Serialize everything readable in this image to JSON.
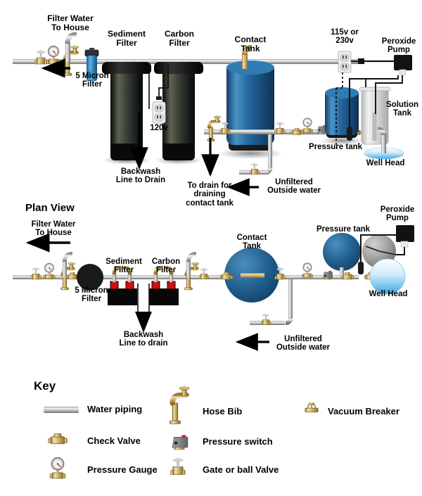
{
  "diagram": {
    "title_plan_view": "Plan View",
    "top_view": {
      "filter_water_to_house": "Filter Water\nTo House",
      "five_micron_filter": "5 Micron\nFilter",
      "sediment_filter": "Sediment\nFilter",
      "carbon_filter": "Carbon\nFilter",
      "contact_tank": "Contact\nTank",
      "voltage_outlet": "115v or\n230v",
      "peroxide_pump": "Peroxide\nPump",
      "solution_tank": "Solution\nTank",
      "pressure_tank": "Pressure tank",
      "well_head": "Well Head",
      "outlet_120v": "120v",
      "backwash_line": "Backwash\nLine to Drain",
      "to_drain": "To drain for\ndraining\ncontact tank",
      "unfiltered_outside_water": "Unfiltered\nOutside water"
    },
    "plan_view": {
      "filter_water_to_house": "Filter Water\nTo House",
      "five_micron_filter": "5 Micron\nFilter",
      "sediment_filter": "Sediment\nFilter",
      "carbon_filter": "Carbon\nFilter",
      "contact_tank": "Contact\nTank",
      "pressure_tank": "Pressure tank",
      "peroxide_pump": "Peroxide\nPump",
      "well_head": "Well Head",
      "backwash_line": "Backwash\nLine to drain",
      "unfiltered_outside_water": "Unfiltered\nOutside water"
    }
  },
  "key": {
    "title": "Key",
    "items": [
      {
        "icon": "water-piping-icon",
        "label": "Water piping"
      },
      {
        "icon": "hose-bib-icon",
        "label": "Hose Bib"
      },
      {
        "icon": "vacuum-breaker-icon",
        "label": "Vacuum Breaker"
      },
      {
        "icon": "check-valve-icon",
        "label": "Check Valve"
      },
      {
        "icon": "pressure-switch-icon",
        "label": "Pressure switch"
      },
      {
        "icon": "pressure-gauge-icon",
        "label": "Pressure Gauge"
      },
      {
        "icon": "gate-ball-valve-icon",
        "label": "Gate or ball Valve"
      }
    ]
  },
  "colors": {
    "brass_light": "#e8d7a8",
    "brass": "#c9a857",
    "brass_dark": "#97792f",
    "pipe_light": "#f2f2f2",
    "pipe_mid": "#b9b9b9",
    "pipe_dark": "#7d7d7d",
    "tank_blue_light": "#3f8ec4",
    "tank_blue": "#1d5f99",
    "tank_blue_dark": "#0f3d68",
    "filter_body": "#2c3028",
    "filter_cap": "#111111",
    "solution_tank": "#d8d8d8",
    "pump_black": "#151515",
    "valve_red": "#d10f0f",
    "well_water": "#56b8ef",
    "gray_pump": "#9a9a9a",
    "arrow_black": "#000000"
  }
}
